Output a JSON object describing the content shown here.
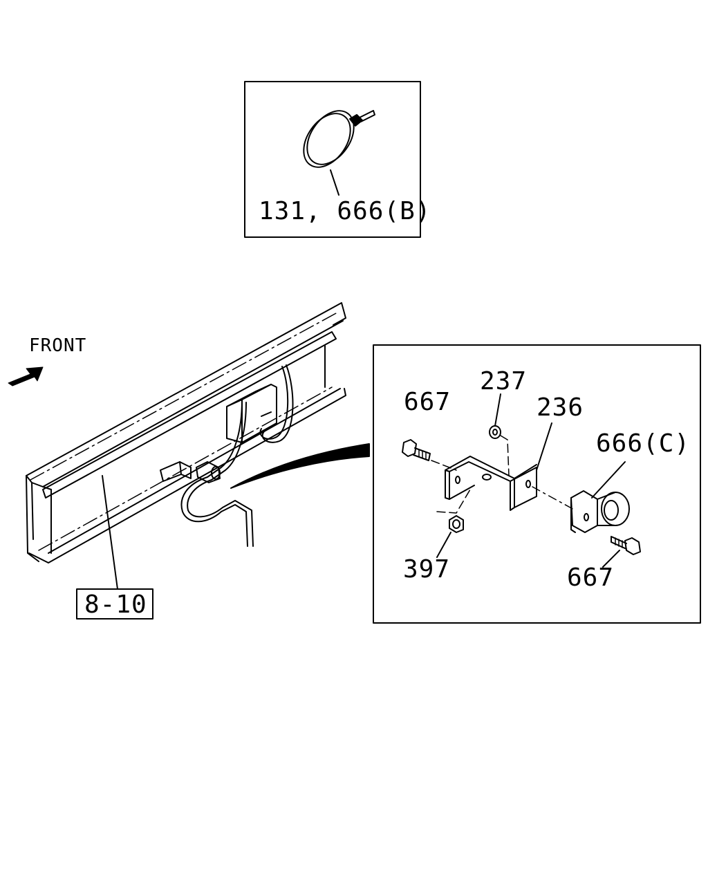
{
  "labels": {
    "clamp_ref": "131, 666(B)",
    "front": "FRONT",
    "frame_ref": "8-10",
    "part_237": "237",
    "part_236": "236",
    "part_667_top": "667",
    "part_666c": "666(C)",
    "part_397": "397",
    "part_667_bottom": "667"
  },
  "colors": {
    "line": "#000000",
    "background": "#ffffff"
  },
  "icons": {
    "front_arrow": "arrow-icon"
  }
}
